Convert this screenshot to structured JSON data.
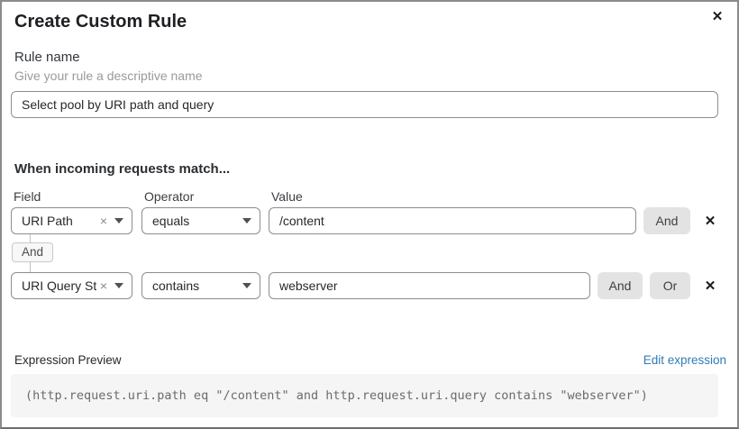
{
  "dialog": {
    "title": "Create Custom Rule"
  },
  "icons": {
    "close": "✕",
    "clear": "×",
    "remove": "✕"
  },
  "rule_name": {
    "label": "Rule name",
    "hint": "Give your rule a descriptive name",
    "value": "Select pool by URI path and query"
  },
  "matcher": {
    "heading": "When incoming requests match...",
    "columns": {
      "field": "Field",
      "operator": "Operator",
      "value": "Value"
    },
    "connector_label": "And",
    "rows": [
      {
        "field": "URI Path",
        "operator": "equals",
        "value": "/content",
        "and_label": "And"
      },
      {
        "field": "URI Query St...",
        "operator": "contains",
        "value": "webserver",
        "and_label": "And",
        "or_label": "Or"
      }
    ]
  },
  "expression": {
    "label": "Expression Preview",
    "edit_link": "Edit expression",
    "code": "(http.request.uri.path eq \"/content\" and http.request.uri.query contains \"webserver\")"
  },
  "colors": {
    "link_blue": "#2f7cb6",
    "input_border": "#8d8d8d",
    "button_bg": "#e3e3e3",
    "code_bg": "#f5f5f6",
    "dialog_border": "#8b8b8b"
  }
}
